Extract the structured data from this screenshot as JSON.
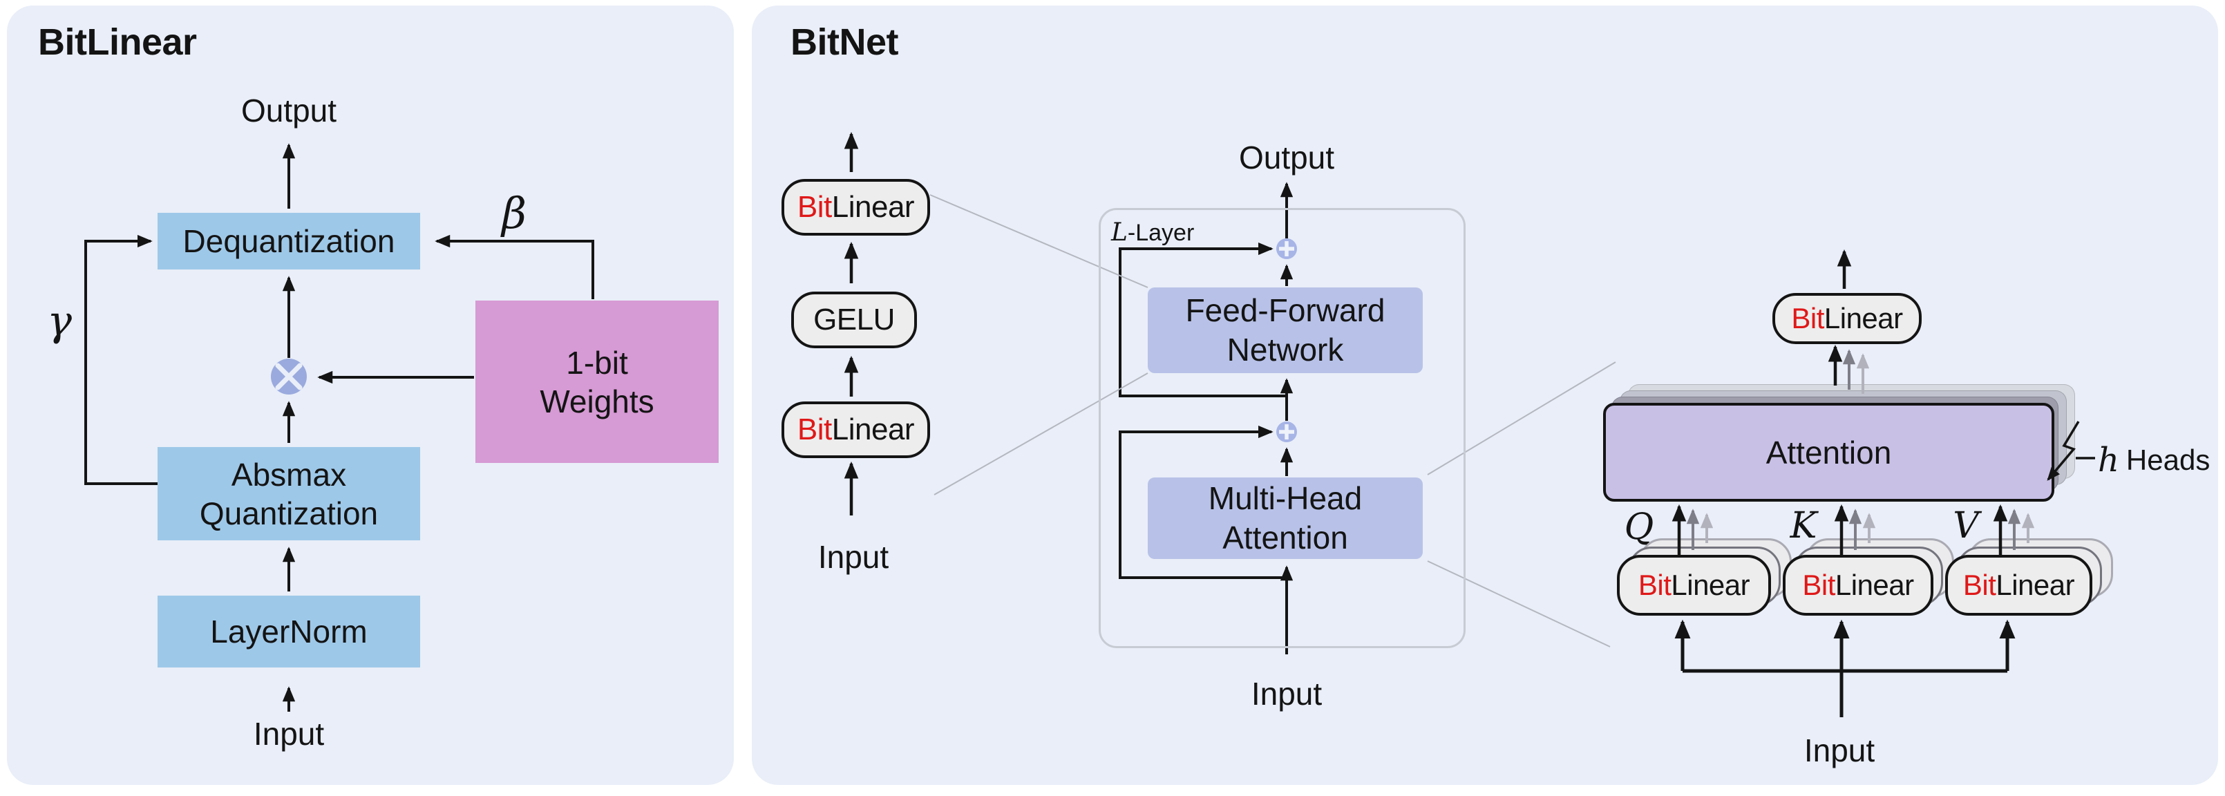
{
  "bitlinear_panel": {
    "title": "BitLinear",
    "output_label": "Output",
    "dequantization_label": "Dequantization",
    "beta_symbol": "β",
    "gamma_symbol": "γ",
    "weights_line1": "1-bit",
    "weights_line2": "Weights",
    "absmax_line1": "Absmax",
    "absmax_line2": "Quantization",
    "layernorm_label": "LayerNorm",
    "input_label": "Input"
  },
  "bitnet_panel": {
    "title": "BitNet",
    "ffn_stack": {
      "bit_prefix": "Bit",
      "linear_suffix": "Linear",
      "gelu_label": "GELU",
      "input_label": "Input"
    },
    "transformer_block": {
      "output_label": "Output",
      "layer_count_symbol": "L",
      "layer_suffix": "-Layer",
      "ffn_line1": "Feed-Forward",
      "ffn_line2": "Network",
      "mha_line1": "Multi-Head",
      "mha_line2": "Attention",
      "input_label": "Input"
    },
    "attention_detail": {
      "bit_prefix": "Bit",
      "linear_suffix": "Linear",
      "attention_label": "Attention",
      "heads_count_symbol": "h",
      "heads_label": "Heads",
      "q_label": "Q",
      "k_label": "K",
      "v_label": "V",
      "input_label": "Input"
    }
  },
  "colors": {
    "panel_background": "#e9eef8",
    "process_blue": "#9ec8e8",
    "weights_pink": "#d69ad4",
    "block_periwinkle": "#b8c2e8",
    "attention_lavender": "#c9c0e6",
    "node_fill": "#9aaade",
    "bit_red": "#e01818"
  }
}
